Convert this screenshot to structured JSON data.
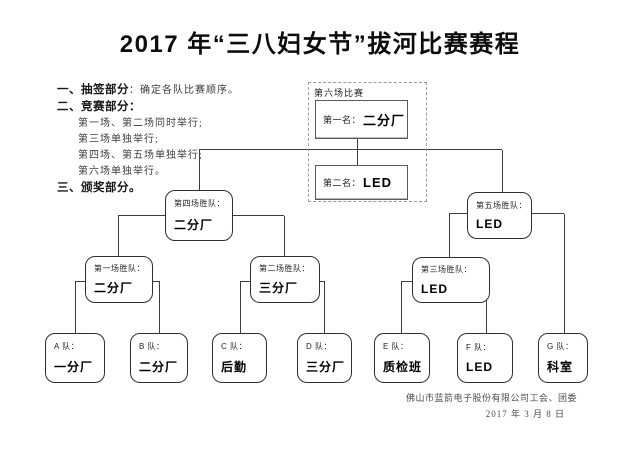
{
  "title": "2017 年“三八妇女节”拔河比赛赛程",
  "instructions": {
    "item1_label": "一、抽签部分",
    "item1_detail": "：确定各队比赛顺序。",
    "item2_label": "二、竞赛部分：",
    "details": [
      "第一场、第二场同时举行;",
      "第三场单独举行;",
      "第四场、第五场单独举行;",
      "第六场单独举行。"
    ],
    "item3_label": "三、颁奖部分。"
  },
  "final_group": {
    "label": "第六场比赛",
    "first": {
      "label": "第一名：",
      "team": "二分厂"
    },
    "second": {
      "label": "第二名：",
      "team": "LED"
    }
  },
  "bracket": {
    "semis": [
      {
        "label": "第四场胜队：",
        "team": "二分厂"
      },
      {
        "label": "第五场胜队：",
        "team": "LED"
      }
    ],
    "quarters": [
      {
        "label": "第一场胜队：",
        "team": "二分厂"
      },
      {
        "label": "第二场胜队：",
        "team": "三分厂"
      },
      {
        "label": "第三场胜队：",
        "team": "LED"
      }
    ],
    "teams": [
      {
        "label": "A 队：",
        "team": "一分厂"
      },
      {
        "label": "B 队：",
        "team": "二分厂"
      },
      {
        "label": "C 队：",
        "team": "后勤"
      },
      {
        "label": "D 队：",
        "team": "三分厂"
      },
      {
        "label": "E 队：",
        "team": "质检班"
      },
      {
        "label": "F 队：",
        "team": "LED"
      },
      {
        "label": "G 队：",
        "team": "科室"
      }
    ]
  },
  "footer": {
    "organizer": "佛山市蓝箭电子股份有限公司工会、团委",
    "date": "2017 年 3 月 8 日"
  },
  "colors": {
    "line": "#3c3c3c",
    "node_border": "#2f2f2f",
    "dashed_border": "#9a9a9a"
  }
}
